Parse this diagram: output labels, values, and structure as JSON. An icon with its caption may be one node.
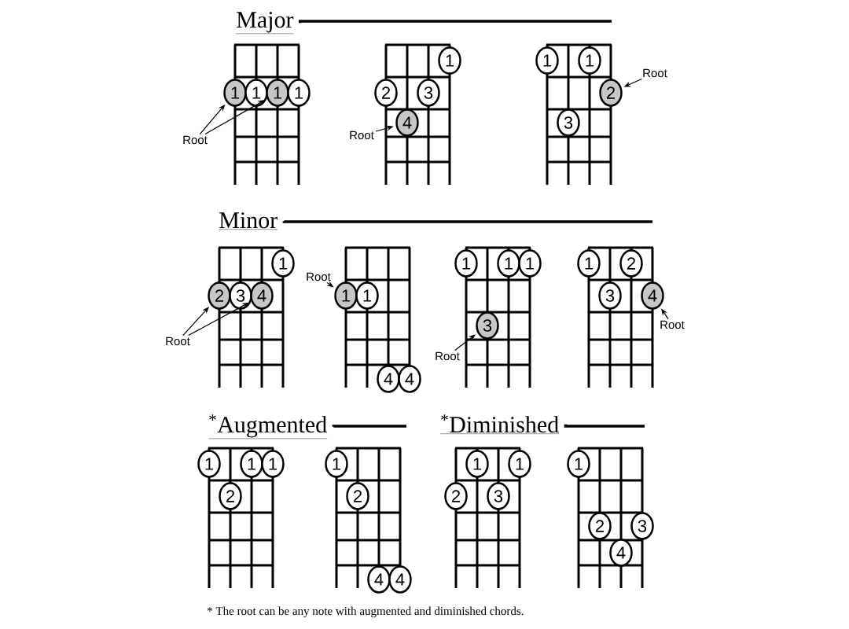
{
  "diagram": {
    "nodes": [
      {
        "text": [
          "1"
        ]
      },
      {
        "text": [
          "1"
        ]
      },
      {
        "text": [
          "1"
        ]
      },
      {
        "text": [
          "1"
        ]
      },
      {
        "text": [
          "Root"
        ]
      },
      {
        "text": [
          "1"
        ]
      },
      {
        "text": [
          "2"
        ]
      },
      {
        "text": [
          "3"
        ]
      },
      {
        "text": [
          "4"
        ]
      },
      {
        "text": [
          "Root"
        ]
      },
      {
        "text": [
          "1"
        ]
      },
      {
        "text": [
          "1"
        ]
      },
      {
        "text": [
          "Root"
        ]
      },
      {
        "text": [
          "2"
        ]
      },
      {
        "text": [
          "3"
        ]
      },
      {
        "text": [
          "1"
        ]
      },
      {
        "text": [
          "2"
        ]
      },
      {
        "text": [
          "3"
        ]
      },
      {
        "text": [
          "4"
        ]
      },
      {
        "text": [
          "Root"
        ]
      },
      {
        "text": [
          "Root"
        ]
      },
      {
        "text": [
          "1"
        ]
      },
      {
        "text": [
          "1"
        ]
      },
      {
        "text": [
          "4"
        ]
      },
      {
        "text": [
          "4"
        ]
      },
      {
        "text": [
          "1"
        ]
      },
      {
        "text": [
          "1"
        ]
      },
      {
        "text": [
          "1"
        ]
      },
      {
        "text": [
          "3"
        ]
      },
      {
        "text": [
          "Root"
        ]
      },
      {
        "text": [
          "1"
        ]
      },
      {
        "text": [
          "2"
        ]
      },
      {
        "text": [
          "3"
        ]
      },
      {
        "text": [
          "4"
        ]
      },
      {
        "text": [
          "Root"
        ]
      },
      {
        "text": [
          "1"
        ]
      },
      {
        "text": [
          "1"
        ]
      },
      {
        "text": [
          "1"
        ]
      },
      {
        "text": [
          "2"
        ]
      },
      {
        "text": [
          "1"
        ]
      },
      {
        "text": [
          "2"
        ]
      },
      {
        "text": [
          "4"
        ]
      },
      {
        "text": [
          "4"
        ]
      },
      {
        "text": [
          "1"
        ]
      },
      {
        "text": [
          "1"
        ]
      },
      {
        "text": [
          "2"
        ]
      },
      {
        "text": [
          "3"
        ]
      },
      {
        "text": [
          "1"
        ]
      },
      {
        "text": [
          "2"
        ]
      },
      {
        "text": [
          "3"
        ]
      },
      {
        "text": [
          "4"
        ]
      }
    ],
    "edges": [
      {
        "from": 4,
        "to": 0,
        "arrow": "to"
      },
      {
        "from": 4,
        "to": 2,
        "arrow": "to"
      },
      {
        "from": 9,
        "to": 8,
        "arrow": "to"
      },
      {
        "from": 12,
        "to": 13,
        "arrow": "to"
      },
      {
        "from": 19,
        "to": 16,
        "arrow": "to"
      },
      {
        "from": 19,
        "to": 18,
        "arrow": "to"
      },
      {
        "from": 20,
        "to": 21,
        "arrow": "to"
      },
      {
        "from": 29,
        "to": 28,
        "arrow": "to"
      },
      {
        "from": 34,
        "to": 33,
        "arrow": "to"
      }
    ],
    "labels": [
      "Major",
      "Minor",
      "$^{*}$Augmented",
      "$^{*}$Diminished",
      "* The root can be any note with augmented and diminished chords."
    ]
  }
}
